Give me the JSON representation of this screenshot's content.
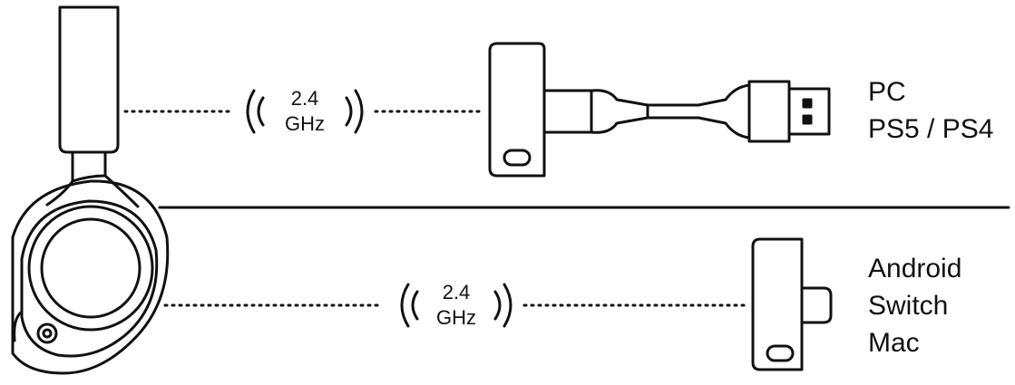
{
  "top_link": {
    "band_line1": "2.4",
    "band_line2": "GHz",
    "platforms": [
      "PC",
      "PS5 / PS4"
    ]
  },
  "bottom_link": {
    "band_line1": "2.4",
    "band_line2": "GHz",
    "platforms": [
      "Android",
      "Switch",
      "Mac"
    ]
  },
  "colors": {
    "stroke": "#111111",
    "background": "#ffffff"
  }
}
